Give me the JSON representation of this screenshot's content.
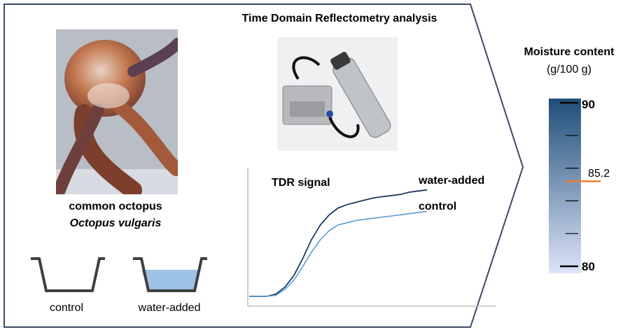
{
  "header": {
    "title": "Time Domain Reflectometry analysis"
  },
  "specimen": {
    "common_name": "common octopus",
    "scientific_name": "Octopus vulgaris"
  },
  "containers": [
    {
      "label": "control"
    },
    {
      "label": "water-added"
    }
  ],
  "device_photo": {
    "icon": "tdr-device-photo"
  },
  "octopus_photo": {
    "icon": "octopus-photo"
  },
  "chart_data": {
    "type": "line",
    "title": "TDR signal",
    "xlabel": "",
    "ylabel": "",
    "x": [
      0,
      1,
      2,
      3,
      4,
      5,
      6,
      7,
      8,
      9,
      10,
      11,
      12,
      13,
      14,
      15,
      16,
      17,
      18,
      19,
      20
    ],
    "series": [
      {
        "name": "water-added",
        "values": [
          0.0,
          0.0,
          0.0,
          0.02,
          0.08,
          0.18,
          0.33,
          0.5,
          0.63,
          0.72,
          0.78,
          0.81,
          0.83,
          0.85,
          0.87,
          0.88,
          0.89,
          0.9,
          0.92,
          0.93,
          0.94
        ],
        "color": "#1f3864"
      },
      {
        "name": "control",
        "values": [
          0.0,
          0.0,
          0.0,
          0.01,
          0.06,
          0.14,
          0.26,
          0.39,
          0.5,
          0.58,
          0.63,
          0.65,
          0.67,
          0.68,
          0.69,
          0.7,
          0.71,
          0.72,
          0.73,
          0.74,
          0.75
        ],
        "color": "#5b9bd5"
      }
    ]
  },
  "moisture": {
    "title": "Moisture content",
    "unit": "(g/100 g)",
    "max_label": "90",
    "min_label": "80",
    "max": 90,
    "min": 80,
    "value": 85.2,
    "value_label": "85.2",
    "gradient_top": "#1f4e79",
    "gradient_bottom": "#dde4f7",
    "marker_color": "#ed7d31"
  }
}
